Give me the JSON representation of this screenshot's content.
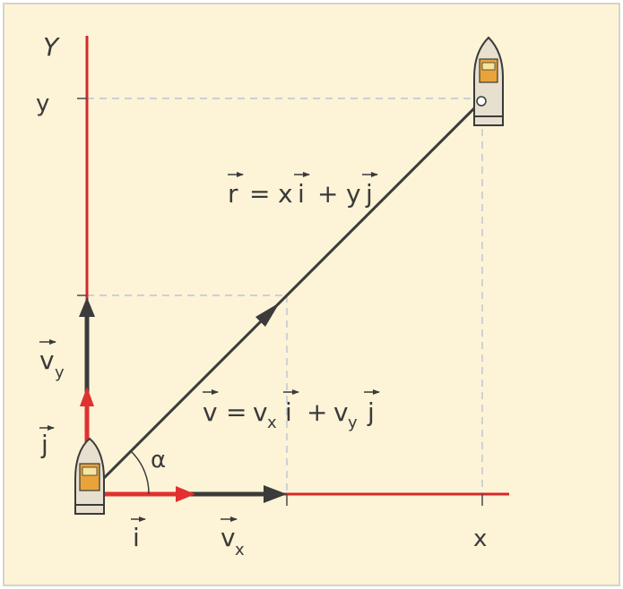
{
  "diagram": {
    "axis_y_label": "Y",
    "y_tick_label": "y",
    "x_tick_label": "x",
    "position_label": {
      "r": "r",
      "eq": "=",
      "x": "x",
      "i": "i",
      "plus": "+",
      "y": "y",
      "j": "j"
    },
    "velocity_label": {
      "v": "v",
      "eq": "=",
      "v1": "v",
      "sub1": "x",
      "i": "i",
      "plus": "+",
      "v2": "v",
      "sub2": "y",
      "j": "j"
    },
    "vy_label": {
      "v": "v",
      "sub": "y"
    },
    "vx_label": {
      "v": "v",
      "sub": "x"
    },
    "unit_i_label": "i",
    "unit_j_label": "j",
    "angle_label": "α"
  },
  "colors": {
    "background": "#fdf3d6",
    "axis_red": "#d22a2a",
    "vector_dark": "#3b3b3b",
    "guide_dashed": "#b9c4d8",
    "border": "#d8d3c8",
    "boat_body": "#e8e0cf",
    "boat_accent": "#e8a43a"
  }
}
